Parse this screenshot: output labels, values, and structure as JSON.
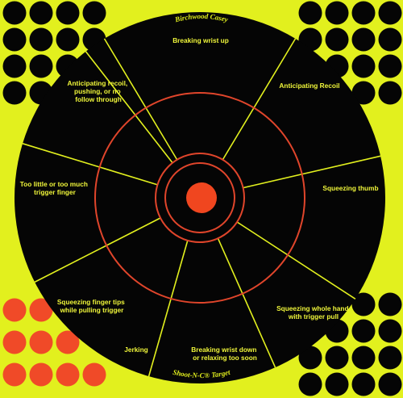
{
  "brand": {
    "top": "Birchwood Casey",
    "bottom": "Shoot-N-C® Target"
  },
  "zones": [
    {
      "lines": [
        "Breaking wrist up"
      ]
    },
    {
      "lines": [
        "Anticipating Recoil"
      ]
    },
    {
      "lines": [
        "Squeezing thumb"
      ]
    },
    {
      "lines": [
        "Squeezing whole hand",
        "with trigger pull"
      ]
    },
    {
      "lines": [
        "Breaking wrist down",
        "or relaxing too soon"
      ]
    },
    {
      "lines": [
        "Jerking"
      ]
    },
    {
      "lines": [
        "Squeezing finger tips",
        "while pulling trigger"
      ]
    },
    {
      "lines": [
        "Too little or too much",
        "trigger finger"
      ]
    },
    {
      "lines": [
        "Anticipating recoil,",
        "pushing, or no",
        "follow through"
      ]
    }
  ],
  "colors": {
    "background": "#e2f01e",
    "target": "#050505",
    "divider_lines": "#e2f01e",
    "rings": "#e0452b",
    "bullseye": "#f0461f",
    "orange_pasters": "#f04a28",
    "text": "#f0f63a"
  },
  "pasters": {
    "top_left": {
      "count": 13,
      "color": "black"
    },
    "top_right": {
      "count": 13,
      "color": "black"
    },
    "bottom_left": {
      "count": 9,
      "color": "orange"
    },
    "bottom_right": {
      "count": 13,
      "color": "black"
    }
  }
}
